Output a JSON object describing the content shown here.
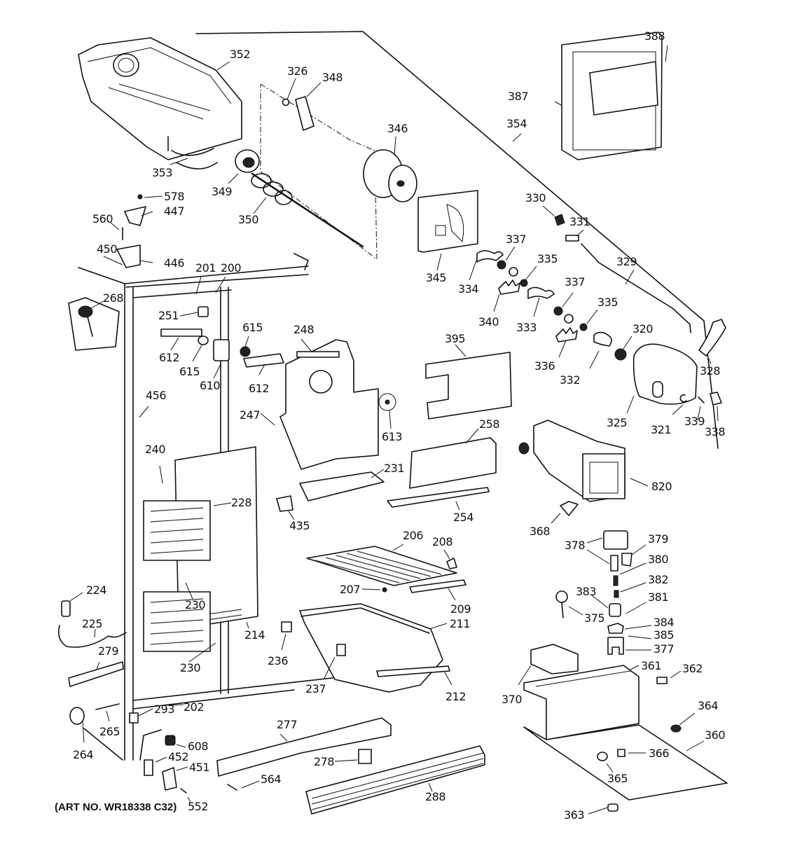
{
  "diagram": {
    "title": "Refrigerator freezer section exploded parts diagram",
    "caption": "(ART NO. WR18338 C32)",
    "parts": {
      "p352": "352",
      "p326": "326",
      "p348": "348",
      "p346": "346",
      "p353": "353",
      "p349": "349",
      "p350": "350",
      "p578": "578",
      "p447": "447",
      "p560": "560",
      "p450": "450",
      "p446": "446",
      "p201": "201",
      "p200": "200",
      "p268": "268",
      "p251": "251",
      "p612a": "612",
      "p615a": "615",
      "p615b": "615",
      "p610": "610",
      "p612b": "612",
      "p248": "248",
      "p247": "247",
      "p613": "613",
      "p456": "456",
      "p240": "240",
      "p228": "228",
      "p435": "435",
      "p231": "231",
      "p258": "258",
      "p254": "254",
      "p230a": "230",
      "p230b": "230",
      "p214": "214",
      "p224": "224",
      "p225": "225",
      "p279": "279",
      "p236": "236",
      "p237": "237",
      "p206": "206",
      "p208": "208",
      "p207": "207",
      "p209": "209",
      "p211": "211",
      "p212": "212",
      "p202": "202",
      "p293": "293",
      "p265": "265",
      "p264": "264",
      "p608": "608",
      "p452": "452",
      "p451": "451",
      "p552": "552",
      "p277": "277",
      "p278": "278",
      "p564": "564",
      "p288": "288",
      "p388": "388",
      "p387": "387",
      "p354": "354",
      "p330": "330",
      "p331": "331",
      "p345": "345",
      "p337a": "337",
      "p335a": "335",
      "p329": "329",
      "p334": "334",
      "p340": "340",
      "p333": "333",
      "p337b": "337",
      "p335b": "335",
      "p336": "336",
      "p332": "332",
      "p320": "320",
      "p328": "328",
      "p325": "325",
      "p321": "321",
      "p339": "339",
      "p338": "338",
      "p395": "395",
      "p820": "820",
      "p368": "368",
      "p378": "378",
      "p379": "379",
      "p380": "380",
      "p382": "382",
      "p383": "383",
      "p381": "381",
      "p375": "375",
      "p384": "384",
      "p385": "385",
      "p377": "377",
      "p370": "370",
      "p361": "361",
      "p362": "362",
      "p364": "364",
      "p360": "360",
      "p366": "366",
      "p365": "365",
      "p363": "363"
    }
  }
}
